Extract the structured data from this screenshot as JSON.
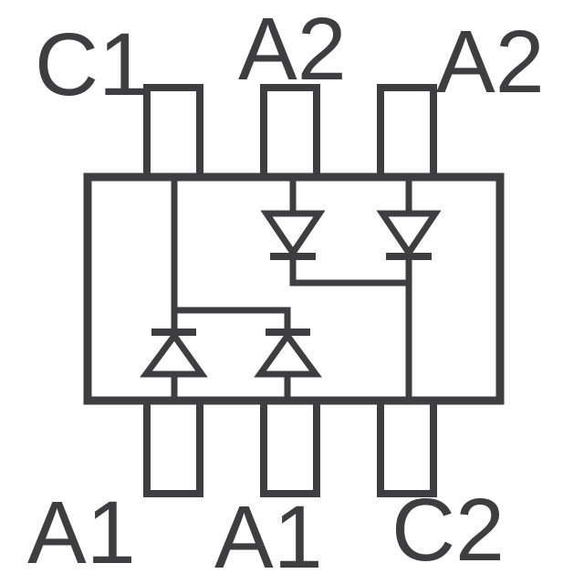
{
  "schematic": {
    "background_color": "#ffffff",
    "line_color": "#3e3e40",
    "pins": {
      "top": [
        {
          "label": "C1"
        },
        {
          "label": "A2"
        },
        {
          "label": "A2"
        }
      ],
      "bottom": [
        {
          "label": "A1"
        },
        {
          "label": "A1"
        },
        {
          "label": "C2"
        }
      ]
    },
    "diodes": [
      {
        "id": "top-left-diode",
        "direction": "down",
        "anode_pin": "A2",
        "cathode_pin": "C2"
      },
      {
        "id": "top-right-diode",
        "direction": "down",
        "anode_pin": "A2",
        "cathode_pin": "C2"
      },
      {
        "id": "bottom-left-diode",
        "direction": "up",
        "anode_pin": "A1",
        "cathode_pin": "C1"
      },
      {
        "id": "bottom-right-diode",
        "direction": "up",
        "anode_pin": "A1",
        "cathode_pin": "C1"
      }
    ]
  }
}
